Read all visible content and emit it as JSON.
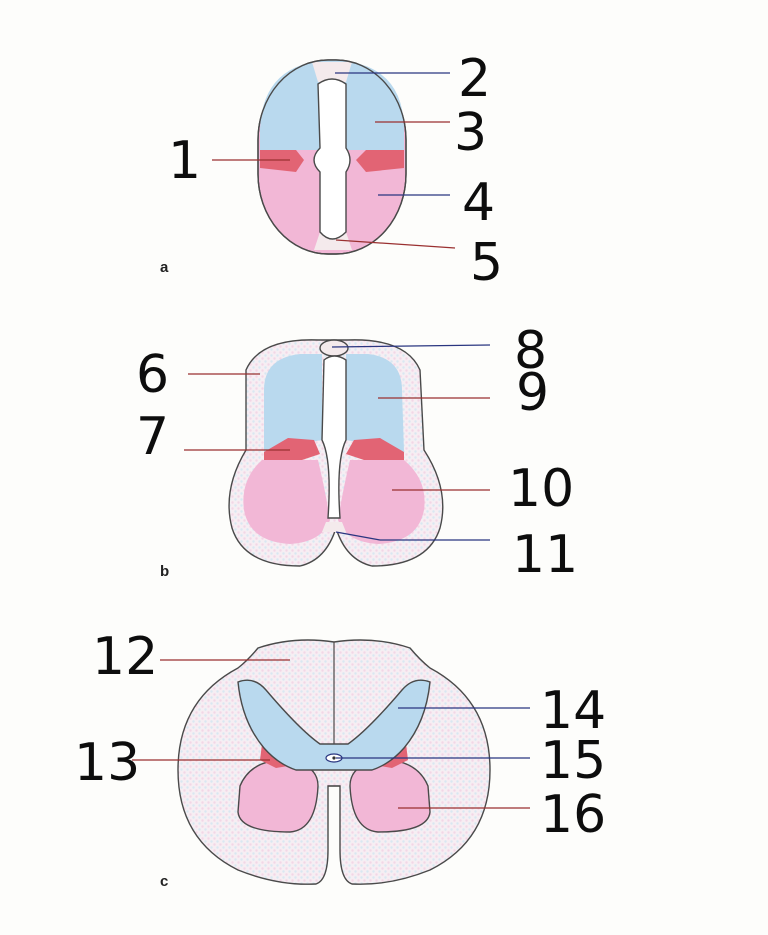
{
  "colors": {
    "alar_plate": "#b9d9ee",
    "basal_plate": "#f2b7d6",
    "intermediate_zone": "#e26474",
    "roof_floor_plate": "#f4eaec",
    "marginal_layer": "#f3eef1",
    "outline": "#4a4a4a",
    "leader_blue": "#2a3680",
    "leader_red": "#9a3030"
  },
  "panels": [
    {
      "id": "a",
      "letter": "a",
      "labels": [
        {
          "num": "1",
          "region": "intermediate_zone"
        },
        {
          "num": "2",
          "region": "roof_plate"
        },
        {
          "num": "3",
          "region": "alar_plate"
        },
        {
          "num": "4",
          "region": "basal_plate"
        },
        {
          "num": "5",
          "region": "floor_plate"
        }
      ]
    },
    {
      "id": "b",
      "letter": "b",
      "labels": [
        {
          "num": "6",
          "region": "marginal_layer"
        },
        {
          "num": "7",
          "region": "intermediate_zone"
        },
        {
          "num": "8",
          "region": "roof_plate"
        },
        {
          "num": "9",
          "region": "alar_plate"
        },
        {
          "num": "10",
          "region": "basal_plate"
        },
        {
          "num": "11",
          "region": "floor_plate"
        }
      ]
    },
    {
      "id": "c",
      "letter": "c",
      "labels": [
        {
          "num": "12",
          "region": "white_matter"
        },
        {
          "num": "13",
          "region": "intermediate_zone"
        },
        {
          "num": "14",
          "region": "alar_plate"
        },
        {
          "num": "15",
          "region": "central_canal"
        },
        {
          "num": "16",
          "region": "basal_plate"
        }
      ]
    }
  ]
}
